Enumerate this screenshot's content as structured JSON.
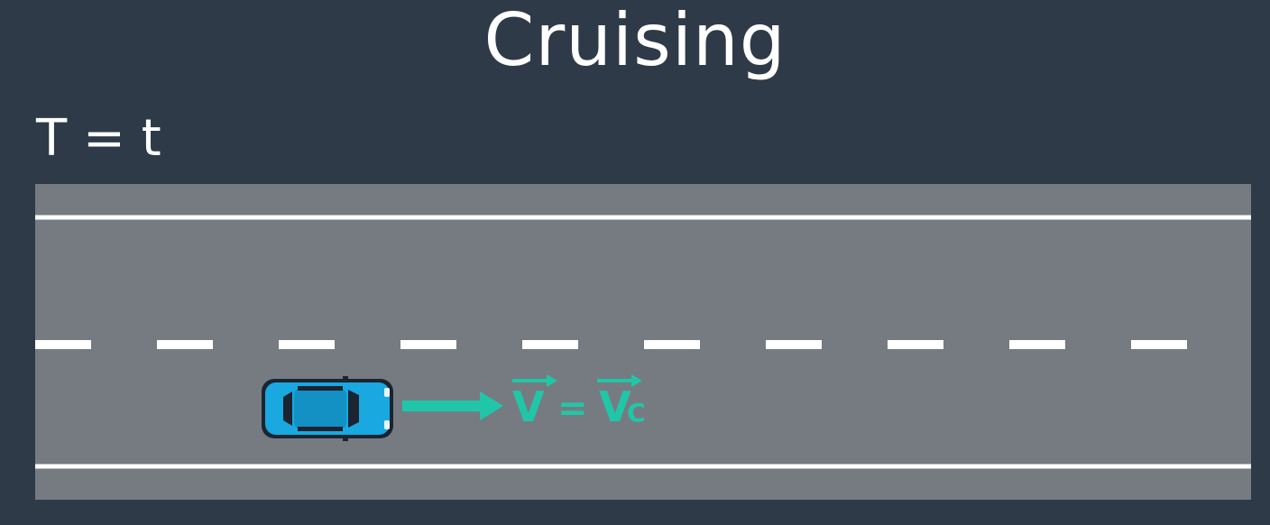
{
  "title": "Cruising",
  "time_label": "T = t",
  "velocity_label": {
    "lhs": "V",
    "equals": "=",
    "rhs_main": "V",
    "rhs_subscript": "C"
  },
  "colors": {
    "background": "#2e3a48",
    "road": "#767b82",
    "lane_line": "#ffffff",
    "car_body": "#19a9e0",
    "velocity": "#1fc7a8"
  },
  "icons": {
    "vehicle": "car-top-view-icon",
    "direction": "arrow-right-icon"
  }
}
